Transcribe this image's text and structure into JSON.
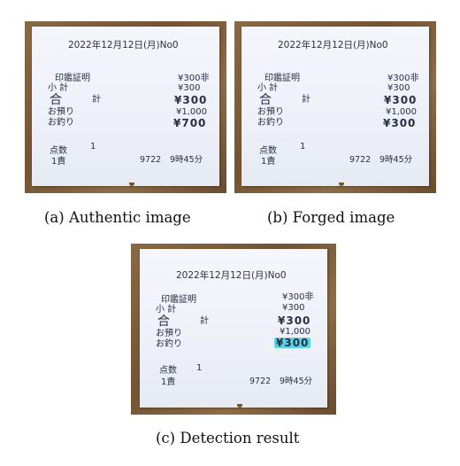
{
  "figures": [
    {
      "caption": "(a) Authentic image",
      "receipt": {
        "date": "2022年12月12日(月)No0",
        "item": "印鑑証明",
        "item_price": "¥300非",
        "subtotal_label": "小 計",
        "subtotal": "¥300",
        "total_label_a": "合",
        "total_label_b": "計",
        "total": "¥300",
        "paid_label": "お預り",
        "paid": "¥1,000",
        "change_label": "お釣り",
        "change": "¥700",
        "count_label": "点数",
        "count": "1",
        "staff": "1責",
        "code": "9722",
        "time": "9時45分"
      }
    },
    {
      "caption": "(b) Forged image",
      "receipt": {
        "date": "2022年12月12日(月)No0",
        "item": "印鑑証明",
        "item_price": "¥300非",
        "subtotal_label": "小 計",
        "subtotal": "¥300",
        "total_label_a": "合",
        "total_label_b": "計",
        "total": "¥300",
        "paid_label": "お預り",
        "paid": "¥1,000",
        "change_label": "お釣り",
        "change": "¥300",
        "count_label": "点数",
        "count": "1",
        "staff": "1責",
        "code": "9722",
        "time": "9時45分"
      }
    },
    {
      "caption": "(c) Detection result",
      "receipt": {
        "date": "2022年12月12日(月)No0",
        "item": "印鑑証明",
        "item_price": "¥300非",
        "subtotal_label": "小 計",
        "subtotal": "¥300",
        "total_label_a": "合",
        "total_label_b": "計",
        "total": "¥300",
        "paid_label": "お預り",
        "paid": "¥1,000",
        "change_label": "お釣り",
        "change": "¥300",
        "count_label": "点数",
        "count": "1",
        "staff": "1責",
        "code": "9722",
        "time": "9時45分"
      }
    }
  ],
  "colors": {
    "detection_highlight": "#58d6e6",
    "background": "#735433"
  }
}
